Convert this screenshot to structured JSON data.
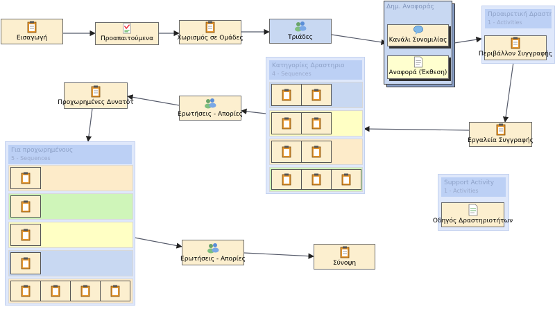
{
  "nodes": {
    "intro": "Εισαγωγή",
    "prereq": "Προαπαιτούμενα",
    "grouping": "Χωρισμός σε Ομάδες",
    "triads": "Τριάδες",
    "chat": "Κανάλι Συνομιλίας",
    "report": "Αναφορά (Έκθεση)",
    "opt_env": "Περιβάλλον Συγγραφής",
    "tools": "Εργαλεία Συγγραφής",
    "qa_top": "Ερωτήσεις - Απορίες",
    "advanced": "Προχωρημένες Δυνατότ",
    "qa_bottom": "Ερωτήσεις - Απορίες",
    "summary": "Σύνοψη",
    "guide": "Οδηγός Δραστηριοτήτων"
  },
  "groups": {
    "reports": {
      "title": "Δημ. Αναφοράς"
    },
    "optional": {
      "title": "Προαιρετική Δραστηρ",
      "sub": "1 - Activities"
    },
    "categories": {
      "title": "Κατηγορίες Δραστηριο",
      "sub": "4 - Sequences"
    },
    "advanced": {
      "title": "Για προχωρημένους",
      "sub": "5 - Sequences"
    },
    "support": {
      "title": "Support Activity",
      "sub": "1 - Activities"
    }
  },
  "colors": {
    "activity": "#fcefcf",
    "group": "#dfe8fb",
    "group_header": "#bcd0f5",
    "seq_blue": "#c8d8f2",
    "seq_yellow": "#ffffcf",
    "seq_peach": "#fdebc9",
    "seq_green": "#cff5b9",
    "wire": "#555a6a"
  },
  "icons": [
    "clipboard-icon",
    "checklist-icon",
    "group-people-icon",
    "chat-bubble-icon",
    "document-icon"
  ]
}
